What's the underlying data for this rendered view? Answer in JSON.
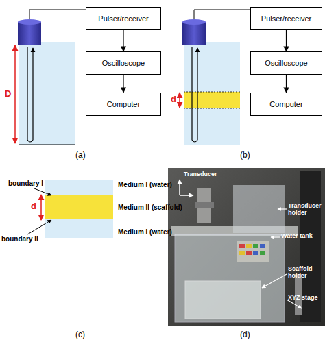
{
  "diagram": {
    "nodes": [
      {
        "text": [
          "Pulser/receiver"
        ]
      },
      {
        "text": [
          "Oscilloscope"
        ]
      },
      {
        "text": [
          "Computer"
        ]
      },
      {
        "text": [
          "Pulser/receiver"
        ]
      },
      {
        "text": [
          "Oscilloscope"
        ]
      },
      {
        "text": [
          "Computer"
        ]
      }
    ],
    "edges": [
      {
        "from": 0,
        "to": 1,
        "arrow": "to"
      },
      {
        "from": 1,
        "to": 2,
        "arrow": "to"
      },
      {
        "from": 3,
        "to": 4,
        "arrow": "to"
      },
      {
        "from": 4,
        "to": 5,
        "arrow": "to"
      }
    ],
    "labels": [
      "(a)",
      "(b)",
      "(c)",
      "(d)",
      "D",
      "d",
      "d",
      "boundary I",
      "boundary II",
      "Medium I (water)",
      "Medium II (scaffold)",
      "Medium I (water)",
      "Transducer",
      "Transducer holder",
      "Water tank",
      "Scaffold holder",
      "XYZ stage"
    ]
  }
}
